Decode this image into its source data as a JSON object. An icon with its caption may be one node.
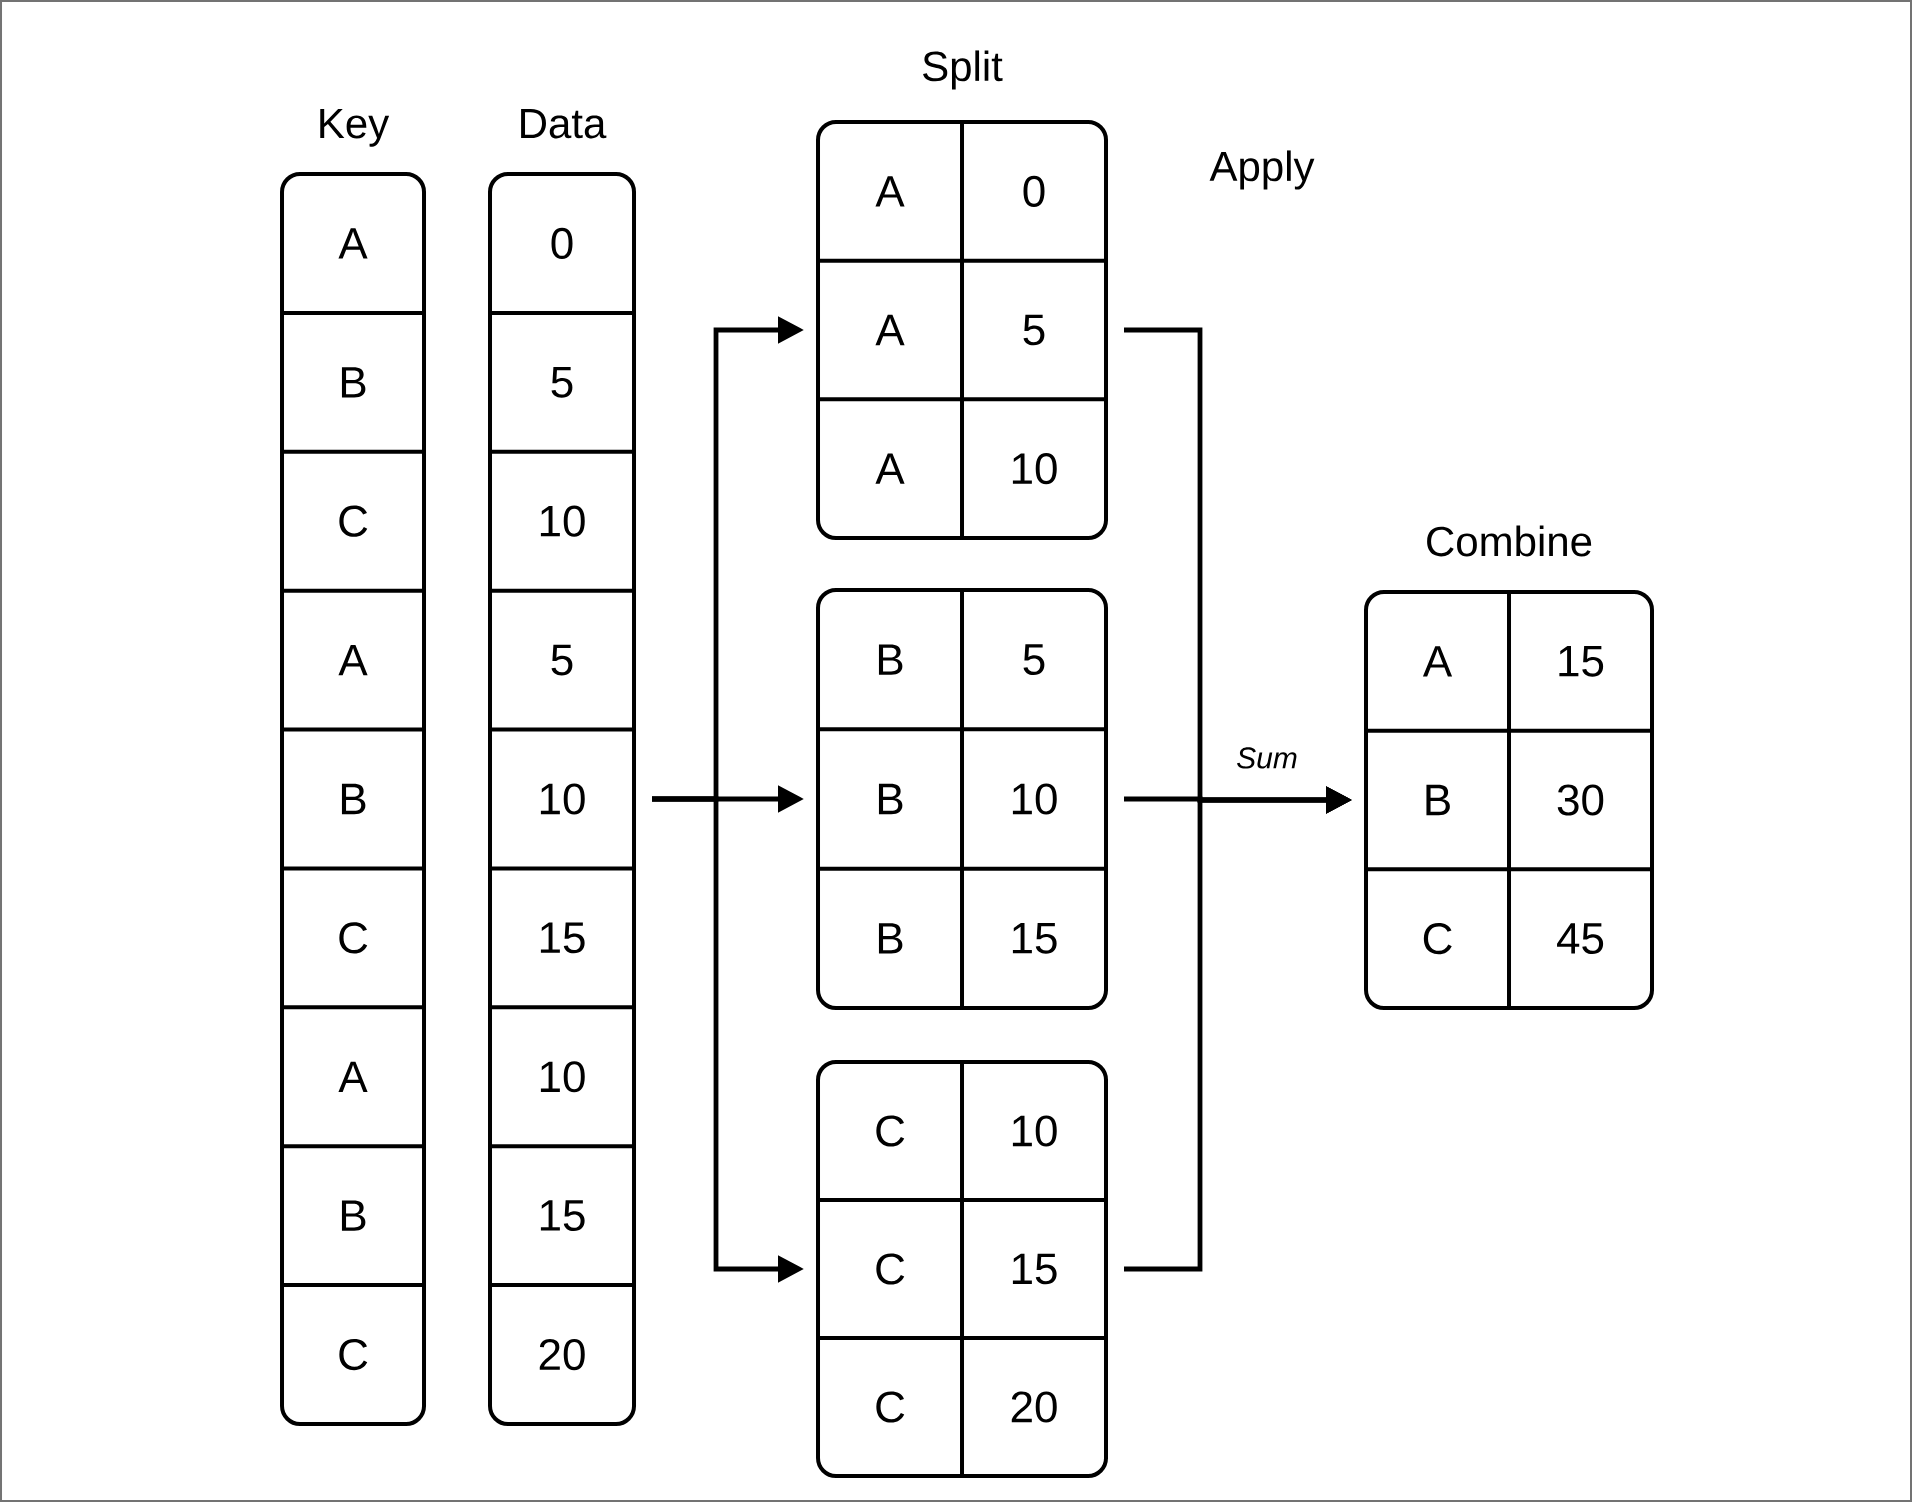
{
  "diagram": {
    "nodes": [
      {
        "text": [
          "Key",
          "A",
          "B",
          "C",
          "A",
          "B",
          "C",
          "A",
          "B",
          "C"
        ]
      },
      {
        "text": [
          "Data",
          "0",
          "5",
          "10",
          "5",
          "10",
          "15",
          "10",
          "15",
          "20"
        ]
      },
      {
        "text": [
          "A",
          "0",
          "A",
          "5",
          "A",
          "10"
        ]
      },
      {
        "text": [
          "B",
          "5",
          "B",
          "10",
          "B",
          "15"
        ]
      },
      {
        "text": [
          "C",
          "10",
          "C",
          "15",
          "C",
          "20"
        ]
      },
      {
        "text": [
          "Combine",
          "A",
          "15",
          "B",
          "30",
          "C",
          "45"
        ]
      }
    ],
    "edges": [
      {
        "from": 1,
        "to": 2,
        "arrow": "to"
      },
      {
        "from": 1,
        "to": 3,
        "arrow": "to"
      },
      {
        "from": 1,
        "to": 4,
        "arrow": "to"
      },
      {
        "from": 2,
        "to": 5,
        "arrow": "to"
      },
      {
        "from": 3,
        "to": 5,
        "arrow": "to",
        "label": "Sum"
      },
      {
        "from": 4,
        "to": 5,
        "arrow": "to"
      }
    ],
    "labels": [
      "Split",
      "Apply"
    ]
  }
}
